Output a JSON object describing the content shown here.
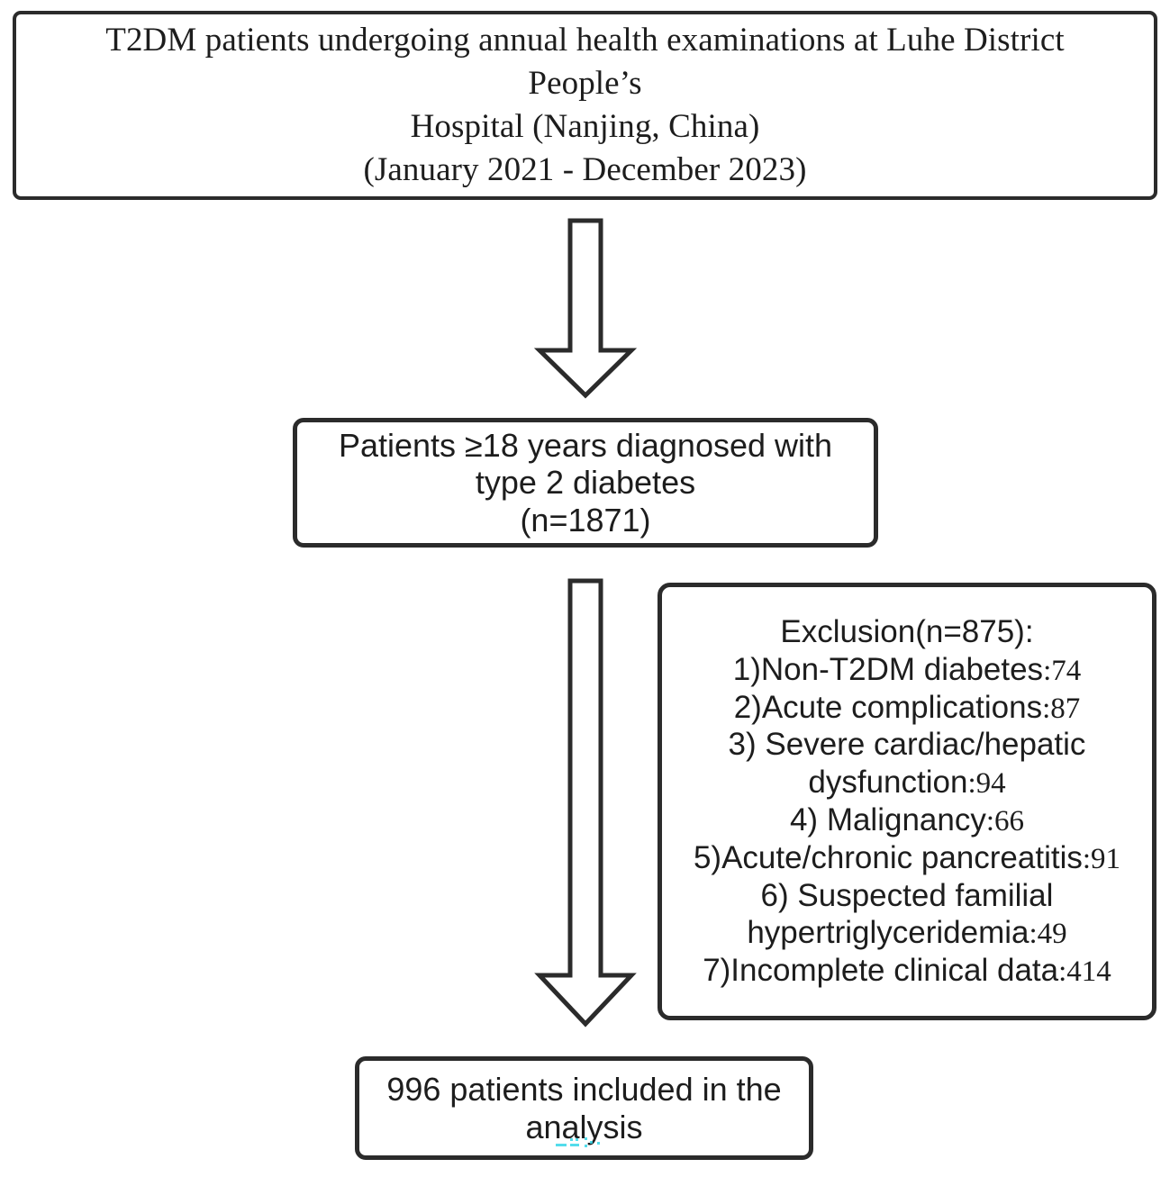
{
  "diagram": {
    "type": "study-flow-diagram",
    "title": "Patient selection flow chart",
    "colors": {
      "border": "#2b2b2b",
      "text": "#1d1d1d",
      "background": "#ffffff",
      "artifact": "#36d7e8"
    },
    "source_box": {
      "line1": "T2DM patients undergoing annual health examinations at Luhe District People’s",
      "line2": "Hospital (Nanjing, China)",
      "line3": "(January 2021 - December 2023)"
    },
    "eligible_box": {
      "line1": "Patients ≥18 years diagnosed with",
      "line2": "type 2 diabetes",
      "line3": "(n=1871)"
    },
    "exclusion_box": {
      "heading": "Exclusion(n=875):",
      "items": [
        {
          "label": "1)Non-T2DM diabetes",
          "sep": ":",
          "count": "74"
        },
        {
          "label": "2)Acute complications",
          "sep": ":",
          "count": "87"
        },
        {
          "label": "3) Severe cardiac/hepatic",
          "sep": "",
          "count": ""
        },
        {
          "label": "dysfunction",
          "sep": ":",
          "count": "94"
        },
        {
          "label": "4) Malignancy",
          "sep": ":",
          "count": "66"
        },
        {
          "label": "5)Acute/chronic pancreatitis",
          "sep": ":",
          "count": "91"
        },
        {
          "label": "6)  Suspected familial",
          "sep": "",
          "count": ""
        },
        {
          "label": "hypertriglyceridemia",
          "sep": ":",
          "count": "49"
        },
        {
          "label": "7)Incomplete clinical data",
          "sep": ":",
          "count": "414"
        }
      ]
    },
    "included_box": {
      "line1": "996 patients included in the",
      "line2": "analysis"
    },
    "arrows": [
      {
        "name": "arrow-source-to-eligible",
        "direction": "down"
      },
      {
        "name": "arrow-eligible-to-included",
        "direction": "down"
      }
    ]
  }
}
